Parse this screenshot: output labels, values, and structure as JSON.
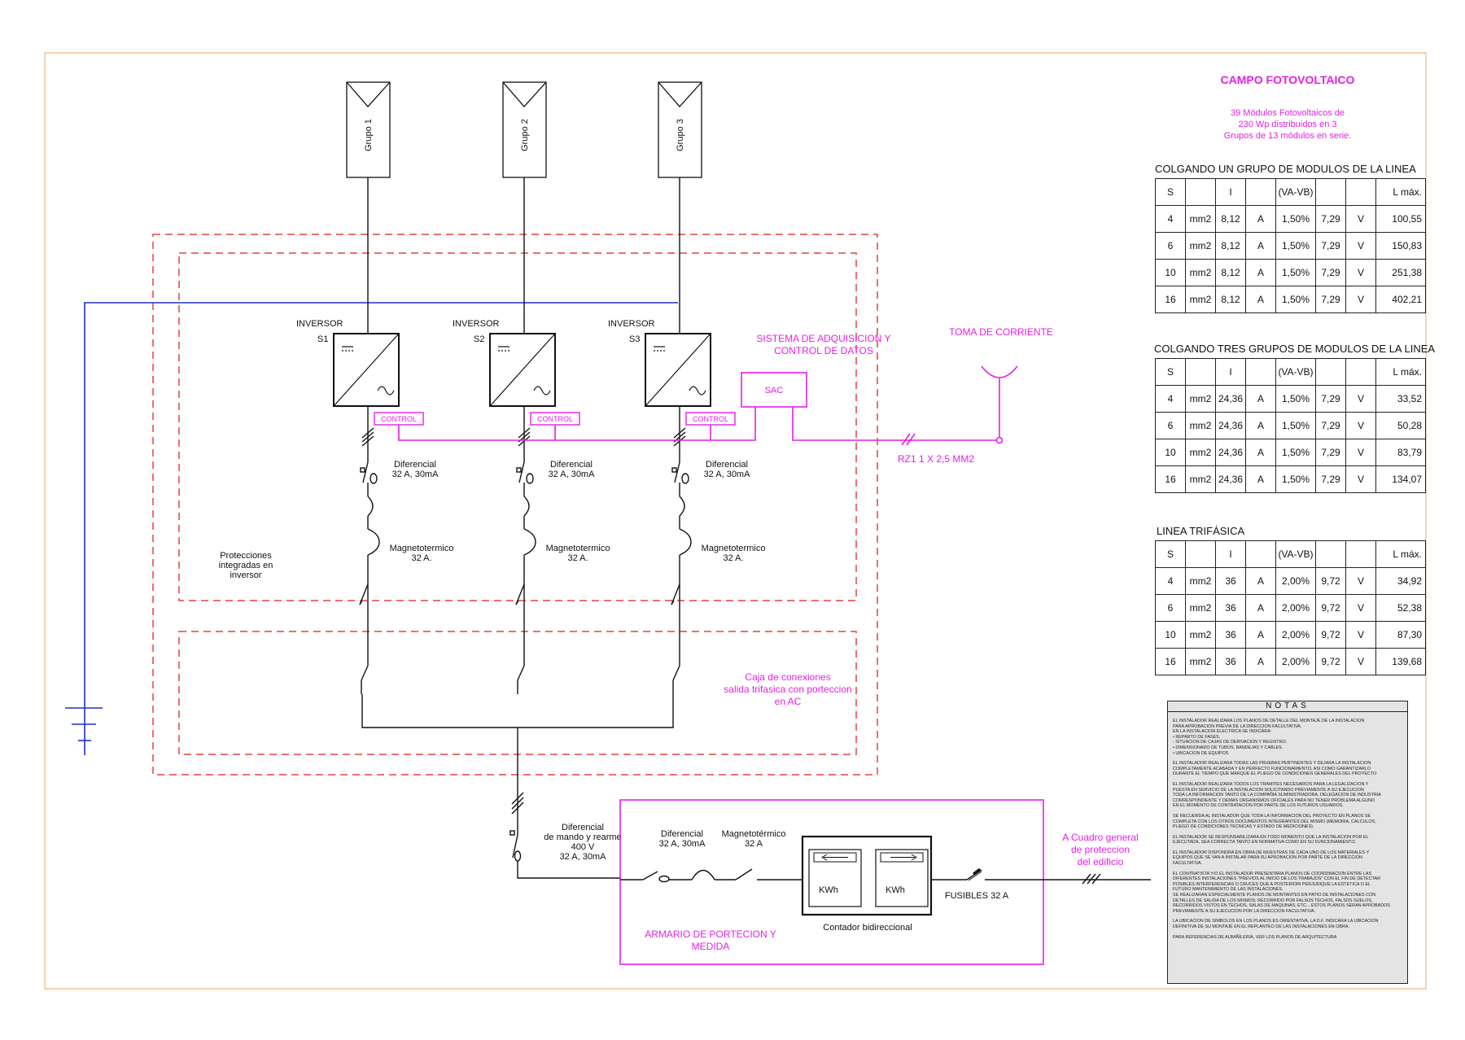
{
  "groups": [
    {
      "label": "Grupo 1"
    },
    {
      "label": "Grupo 2"
    },
    {
      "label": "Grupo 3"
    }
  ],
  "inverters": [
    {
      "title": "INVERSOR",
      "id": "S1",
      "control": "CONTROL",
      "diff": [
        "Diferencial",
        "32 A, 30mA"
      ],
      "mag": [
        "Magnetotermico",
        "32 A."
      ]
    },
    {
      "title": "INVERSOR",
      "id": "S2",
      "control": "CONTROL",
      "diff": [
        "Diferencial",
        "32 A, 30mA"
      ],
      "mag": [
        "Magnetotermico",
        "32 A."
      ]
    },
    {
      "title": "INVERSOR",
      "id": "S3",
      "control": "CONTROL",
      "diff": [
        "Diferencial",
        "32 A, 30mA"
      ],
      "mag": [
        "Magnetotermico",
        "32 A."
      ]
    }
  ],
  "protecciones": [
    "Protecciones",
    "integradas en",
    "inversor"
  ],
  "sistema": [
    "SISTEMA DE ADQUISICION Y",
    "CONTROL DE DATOS"
  ],
  "sac": "SAC",
  "toma": "TOMA DE CORRIENTE",
  "rz1": "RZ1 1 X 2,5 MM2",
  "caja": [
    "Caja de conexiones",
    "salida trifasica con porteccion",
    "en AC"
  ],
  "dif_mando": [
    "Diferencial",
    "de mando  y rearme",
    "400 V",
    "32 A, 30mA"
  ],
  "armario": {
    "diff": [
      "Diferencial",
      "32 A, 30mA"
    ],
    "mag": [
      "Magnetotérmico",
      "32 A"
    ],
    "kwh": [
      "KWh",
      "KWh"
    ],
    "contador": "Contador bidireccional",
    "fusibles": "FUSIBLES 32 A",
    "title": [
      "ARMARIO DE PORTECION Y",
      "MEDIDA"
    ]
  },
  "cuadro": [
    "A Cuadro general",
    "de proteccion",
    "del edificio"
  ],
  "campo": {
    "title": "CAMPO FOTOVOLTAICO",
    "desc": [
      "39 Módulos Fotovoltaicos de",
      "230 Wp distribuidos en 3",
      "Grupos de 13 módulos en serie."
    ]
  },
  "tables": [
    {
      "title": "COLGANDO UN GRUPO DE MODULOS DE LA LINEA",
      "header": [
        "S",
        "",
        "I",
        "",
        "(VA-VB)",
        "",
        "",
        "L máx."
      ],
      "rows": [
        [
          "4",
          "mm2",
          "8,12",
          "A",
          "1,50%",
          "7,29",
          "V",
          "100,55"
        ],
        [
          "6",
          "mm2",
          "8,12",
          "A",
          "1,50%",
          "7,29",
          "V",
          "150,83"
        ],
        [
          "10",
          "mm2",
          "8,12",
          "A",
          "1,50%",
          "7,29",
          "V",
          "251,38"
        ],
        [
          "16",
          "mm2",
          "8,12",
          "A",
          "1,50%",
          "7,29",
          "V",
          "402,21"
        ]
      ]
    },
    {
      "title": "COLGANDO TRES GRUPOS DE MODULOS DE LA LINEA",
      "header": [
        "S",
        "",
        "I",
        "",
        "(VA-VB)",
        "",
        "",
        "L máx."
      ],
      "rows": [
        [
          "4",
          "mm2",
          "24,36",
          "A",
          "1,50%",
          "7,29",
          "V",
          "33,52"
        ],
        [
          "6",
          "mm2",
          "24,36",
          "A",
          "1,50%",
          "7,29",
          "V",
          "50,28"
        ],
        [
          "10",
          "mm2",
          "24,36",
          "A",
          "1,50%",
          "7,29",
          "V",
          "83,79"
        ],
        [
          "16",
          "mm2",
          "24,36",
          "A",
          "1,50%",
          "7,29",
          "V",
          "134,07"
        ]
      ]
    },
    {
      "title": "LINEA TRIFÁSICA",
      "header": [
        "S",
        "",
        "I",
        "",
        "(VA-VB)",
        "",
        "",
        "L máx."
      ],
      "rows": [
        [
          "4",
          "mm2",
          "36",
          "A",
          "2,00%",
          "9,72",
          "V",
          "34,92"
        ],
        [
          "6",
          "mm2",
          "36",
          "A",
          "2,00%",
          "9,72",
          "V",
          "52,38"
        ],
        [
          "10",
          "mm2",
          "36",
          "A",
          "2,00%",
          "9,72",
          "V",
          "87,30"
        ],
        [
          "16",
          "mm2",
          "36",
          "A",
          "2,00%",
          "9,72",
          "V",
          "139,68"
        ]
      ]
    }
  ],
  "notes": {
    "title": "NOTAS",
    "paragraphs": [
      "EL INSTALADOR REALIZARA LOS PLANOS DE DETALLE DEL MONTAJE DE LA INSTALACION\nPARA APROBACION PREVIA DE LA DIRECCION FACULTATIVA.\nEN LA INSTALACION ELECTRICA SE INDICARA:\n  • REPARTO DE FASES.\n  - SITUACION DE CAJAS DE DERIVACION Y REGISTRO.\n  • DIMENSIONADO DE TUBOS, BANDEJAS Y CABLES.\n  • UBICACION DE EQUIPOS",
      "EL INSTALADOR REALIZARA TODAS LAS PRUEBAS PERTINENTES Y DEJARA LA INSTALACION\nCOMPLETAMENTE ACABADA Y EN PERFECTO FUNCIONAMIENTO, ASI COMO GARANTIZARLO\nDURANTE EL TIEMPO QUE MARQUE EL PLIEGO DE CONDICIONES GENERALES DEL PROYECTO",
      "EL INSTALADOR REALIZARA TODOS LOS TRAMITES NECESARIOS PARA LA LEGALIZACION Y\nPUESTA EN SERVICIO DE LA INSTALACION SOLICITANDO PREVIAMENTE A SU EJECUCION\nTODA LA INFORMACION TANTO DE LA COMPAÑIA SUMINISTRADORA, DELEGACION DE INDUSTRIA\nCORRESPONDIENTE Y DEMAS ORGANISMOS OFICIALES PARA NO TENER PROBLEMA ALGUNO\nEN EL MOMENTO DE CONTRATACION POR PARTE DE LOS FUTUROS USUARIOS.",
      "SE RECUERDA AL INSTALADOR QUE TODA LA INFORMACION DEL PROYECTO EN PLANOS SE\nCOMPLETA CON LOS OTROS DOCUMENTOS INTEGRANTES DEL MISMO (MEMORIA, CALCULOS,\nPLIEGO DE CONDICIONES TECNICAS Y ESTADO DE MEDICIONES).",
      "EL INSTALADOR SE RESPONSABILIZARA EN TODO MOMENTO QUE LA INSTALACION POR EL\nEJECUTADA, SEA CORRECTA TANTO EN NORMATIVA COMO EN SU FUNCIONAMIENTO.",
      "EL INSTALADOR DISPONDRA EN OBRA DE MUESTRAS DE CADA UNO DE LOS MATERIALES Y\nEQUIPOS QUE SE VAN A INSTALAR PARA SU APROBACION POR PARTE DE LA DIRECCION\nFACULTATIVA.",
      "EL CONTRATISTA Y/O EL INSTALADOR PRESENTARA PLANOS DE COORDINACION ENTRE LAS\nDIFERENTES INSTALACIONES \"PREVIOS AL INICIO DE LOS TRABAJOS\" CON EL FIN DE DETECTAR\nPOSIBLES INTERFERENCIAS O CRUCES QUE A POSTERIORI PERJUDIQUE LA ESTETICA O EL\nFUTURO MANTENIMIENTO DE LAS INSTALACIONES.\nSE REALIZARAN ESPECIALMENTE PLANOS DE MONTANTES EN PATIO DE INSTALACIONES CON\nDETALLES DE SALIDA DE LOS MISMOS; RECORRIDO POR FALSOS TECHOS, FALSOS SUELOS,\nRECORRIDOS VISTOS EN TECHOS, SALAS DE MAQUINAS, ETC... ESTOS PLANOS SERAN APROBADOS\nPREVIAMENTE A SU EJECUCION POR LA DIRECCION FACULTATIVA.",
      "LA UBICACION DE SIMBOLOS EN LOS PLANOS ES ORIENTATIVA, LA D.F. INDICARA LA UBICACION\nDEFINITIVA DE SU MONTAJE EN EL REPLANTEO DE LAS INSTALACIONES EN OBRA.",
      "PARA REFERENCIAS DE ALBAÑILERIA, VER LOS PLANOS DE ARQUITECTURA"
    ]
  },
  "colors": {
    "magenta": "#e61ee6",
    "red_dashed": "#e8413a",
    "blue": "#2030c0",
    "frame": "#f3c49a"
  }
}
